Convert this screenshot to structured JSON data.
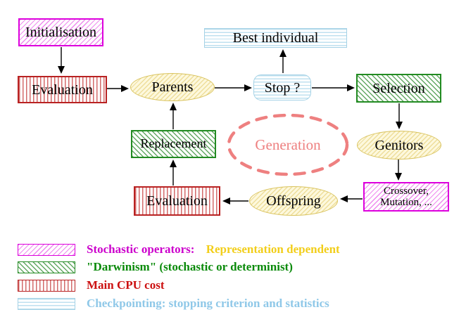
{
  "diagram": {
    "nodes": {
      "initialisation": {
        "label": "Initialisation",
        "style": "magenta-diagonal-hatch"
      },
      "evaluation_top": {
        "label": "Evaluation",
        "style": "red-vertical-stripes"
      },
      "parents": {
        "label": "Parents",
        "style": "yellow-hatched-ellipse"
      },
      "best_individual": {
        "label": "Best individual",
        "style": "cyan-horizontal-stripes"
      },
      "stop": {
        "label": "Stop ?",
        "style": "cyan-horizontal-stripes-rounded"
      },
      "selection": {
        "label": "Selection",
        "style": "green-diagonal-hatch"
      },
      "replacement": {
        "label": "Replacement",
        "style": "green-diagonal-hatch"
      },
      "generation": {
        "label": "Generation",
        "style": "salmon-dashed-ellipse"
      },
      "genitors": {
        "label": "Genitors",
        "style": "yellow-hatched-ellipse"
      },
      "crossover_mutation": {
        "line1": "Crossover,",
        "line2": "Mutation, ...",
        "style": "magenta-diagonal-hatch"
      },
      "offspring": {
        "label": "Offspring",
        "style": "yellow-hatched-ellipse"
      },
      "evaluation_bottom": {
        "label": "Evaluation",
        "style": "red-vertical-stripes"
      }
    },
    "edges": [
      {
        "from": "initialisation",
        "to": "evaluation_top"
      },
      {
        "from": "evaluation_top",
        "to": "parents"
      },
      {
        "from": "parents",
        "to": "stop"
      },
      {
        "from": "stop",
        "to": "best_individual"
      },
      {
        "from": "stop",
        "to": "selection"
      },
      {
        "from": "selection",
        "to": "genitors"
      },
      {
        "from": "genitors",
        "to": "crossover_mutation"
      },
      {
        "from": "crossover_mutation",
        "to": "offspring"
      },
      {
        "from": "offspring",
        "to": "evaluation_bottom"
      },
      {
        "from": "evaluation_bottom",
        "to": "replacement"
      },
      {
        "from": "replacement",
        "to": "parents"
      }
    ],
    "colors": {
      "magenta": "#dd00dd",
      "green": "#228b22",
      "red": "#b92222",
      "cyan_border": "#a5d2e6",
      "yellow_border": "#d9c35e",
      "yellow_fill": "#fdf8dd",
      "salmon": "#ee8080",
      "arrow": "#000000",
      "background": "#ffffff"
    }
  },
  "legend": {
    "items": [
      {
        "swatch": "magenta-diagonal-hatch",
        "segments": [
          {
            "text": "Stochastic operators:",
            "color": "#cc00cc"
          },
          {
            "text": "Representation dependent",
            "color": "#f2ce1a"
          }
        ]
      },
      {
        "swatch": "green-diagonal-hatch",
        "segments": [
          {
            "text": "\"Darwinism\" (stochastic or determinist)",
            "color": "#0a8a0a"
          }
        ]
      },
      {
        "swatch": "red-vertical-stripes",
        "segments": [
          {
            "text": "Main CPU cost",
            "color": "#cc1111"
          }
        ]
      },
      {
        "swatch": "cyan-horizontal-stripes",
        "segments": [
          {
            "text": "Checkpointing: stopping criterion and statistics",
            "color": "#8fc8e8"
          }
        ]
      }
    ]
  }
}
